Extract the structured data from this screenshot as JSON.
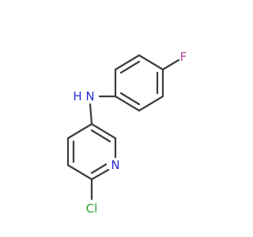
{
  "structure": {
    "atoms": {
      "fluorine": {
        "symbol": "F",
        "color": "#b8479c"
      },
      "amine_n": {
        "symbol": "N",
        "color": "#2b2bd6"
      },
      "amine_h": {
        "symbol": "H",
        "color": "#2b2bd6"
      },
      "pyridine_n": {
        "symbol": "N",
        "color": "#2b2bd6"
      },
      "chlorine": {
        "symbol": "Cl",
        "color": "#2f9a2f"
      }
    },
    "bond_color": "#3c3c3c"
  }
}
